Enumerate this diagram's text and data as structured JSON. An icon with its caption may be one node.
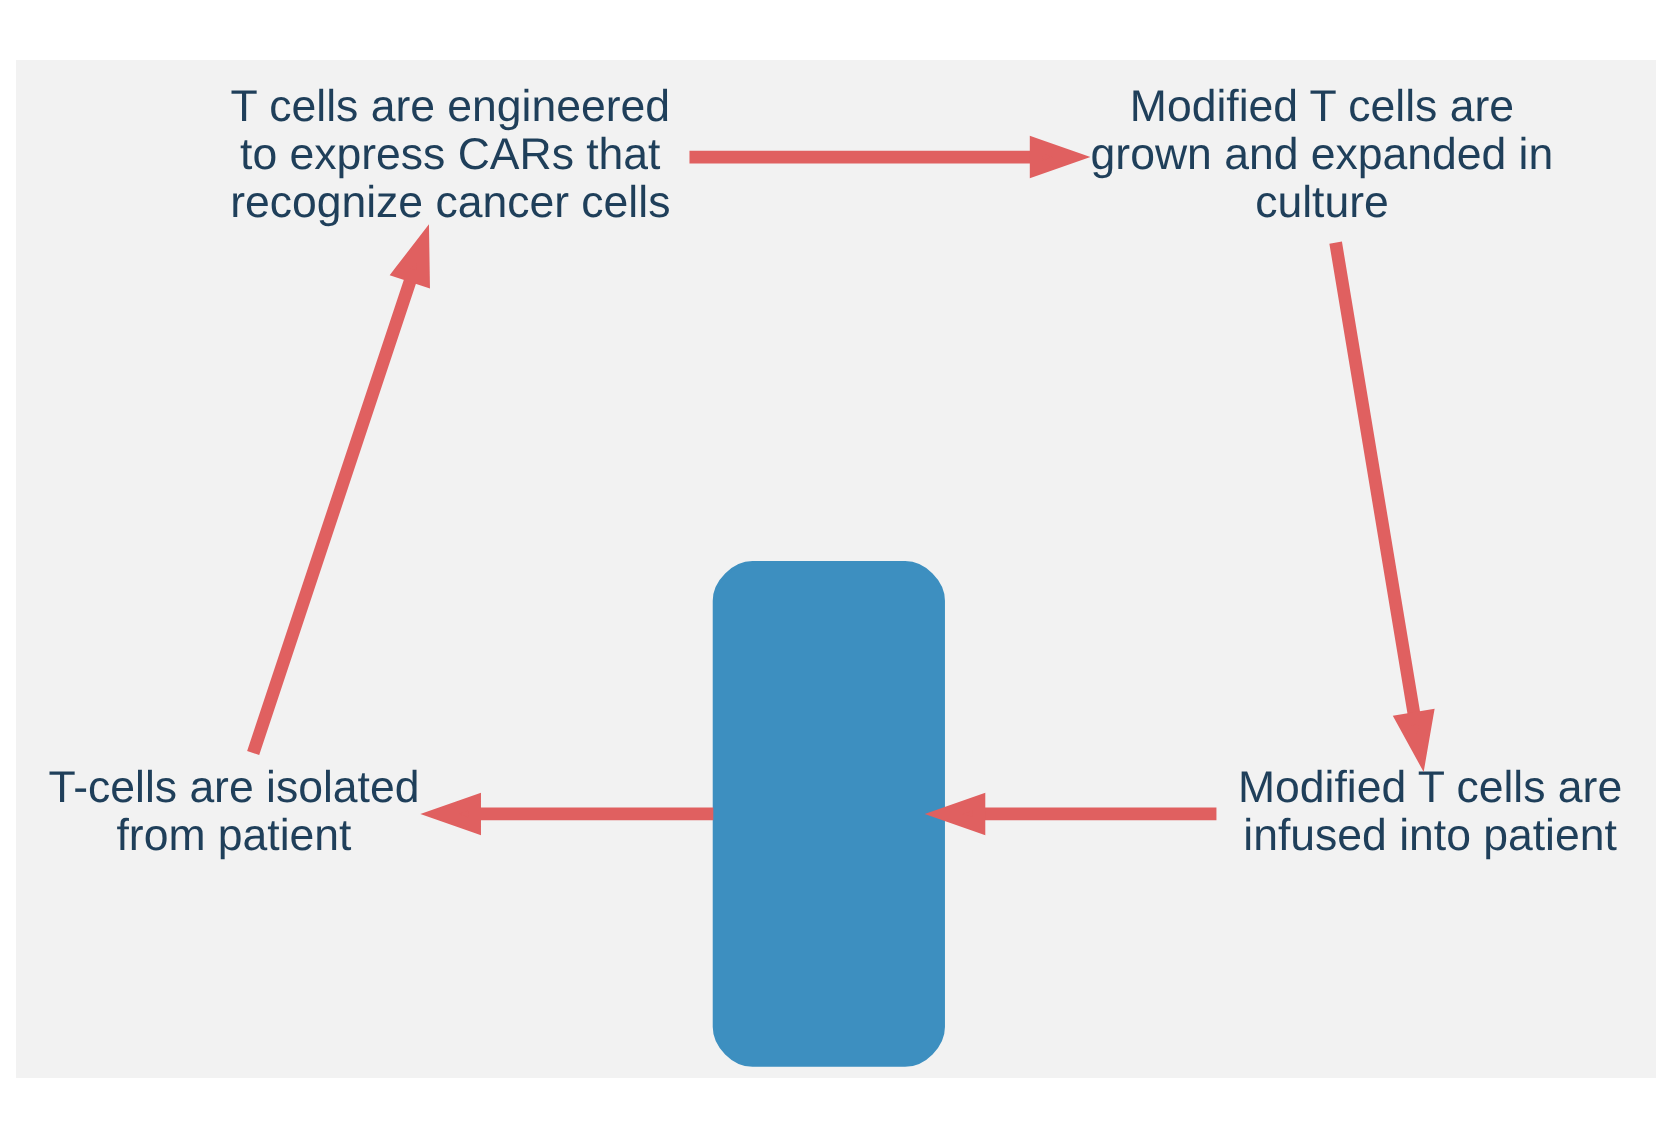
{
  "diagram": {
    "nodes": [
      {
        "text": [
          "T cells are engineered to express CARs that recognize cancer cells"
        ]
      },
      {
        "text": [
          "Modified T cells are grown and expanded in culture"
        ]
      },
      {
        "text": [
          "Modified T cells are infused into patient"
        ]
      },
      {
        "text": [
          "T-cells are isolated from patient"
        ]
      },
      {
        "text": [],
        "shape": "person"
      }
    ],
    "edges": [
      {
        "from": 0,
        "to": 1,
        "arrow": "to"
      },
      {
        "from": 1,
        "to": 2,
        "arrow": "to"
      },
      {
        "from": 2,
        "to": 4,
        "arrow": "to"
      },
      {
        "from": 4,
        "to": 3,
        "arrow": "to"
      },
      {
        "from": 3,
        "to": 0,
        "arrow": "to"
      }
    ]
  }
}
